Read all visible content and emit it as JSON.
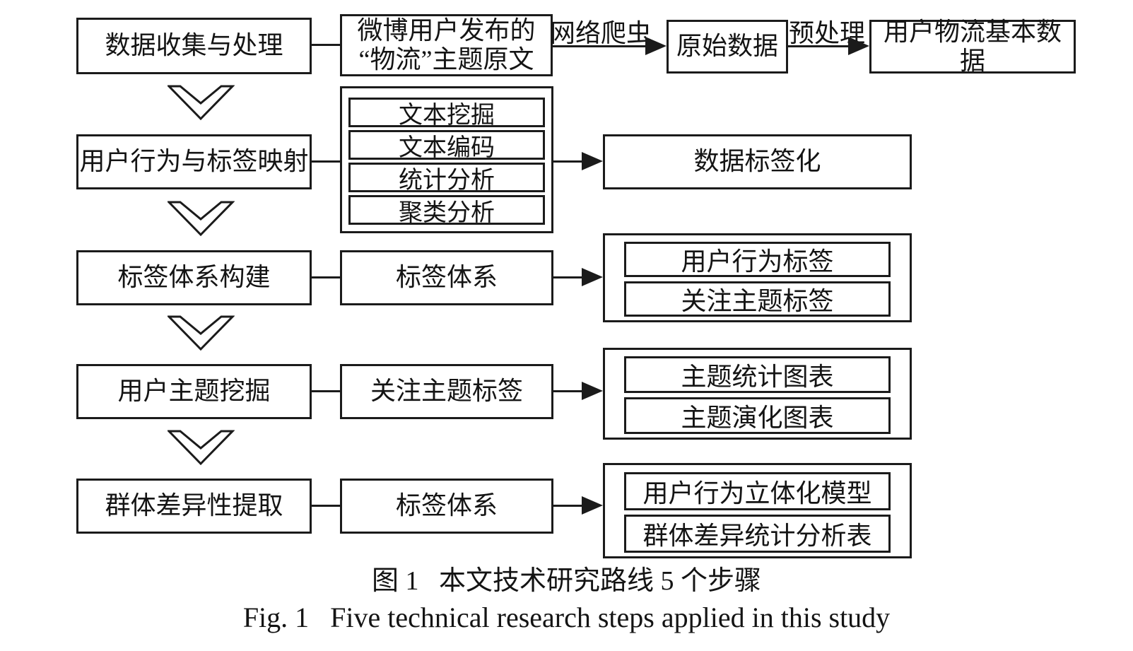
{
  "figure": {
    "caption_zh": "图 1   本文技术研究路线 5 个步骤",
    "caption_en": "Fig. 1   Five technical research steps applied in this study"
  },
  "step1": {
    "label": "数据收集与处理",
    "source_lines": [
      "微博用户发布的",
      "“物流”主题原文"
    ],
    "crawler_label": "网络爬虫",
    "raw_data": "原始数据",
    "preprocess_label": "预处理",
    "output": "用户物流基本数据"
  },
  "step2": {
    "label": "用户行为与标签映射",
    "methods": [
      "文本挖掘",
      "文本编码",
      "统计分析",
      "聚类分析"
    ],
    "output": "数据标签化"
  },
  "step3": {
    "label": "标签体系构建",
    "mid": "标签体系",
    "outputs": [
      "用户行为标签",
      "关注主题标签"
    ]
  },
  "step4": {
    "label": "用户主题挖掘",
    "mid": "关注主题标签",
    "outputs": [
      "主题统计图表",
      "主题演化图表"
    ]
  },
  "step5": {
    "label": "群体差异性提取",
    "mid": "标签体系",
    "outputs": [
      "用户行为立体化模型",
      "群体差异统计分析表"
    ]
  },
  "colors": {
    "ink": "#1b1b1b",
    "background": "#ffffff"
  }
}
